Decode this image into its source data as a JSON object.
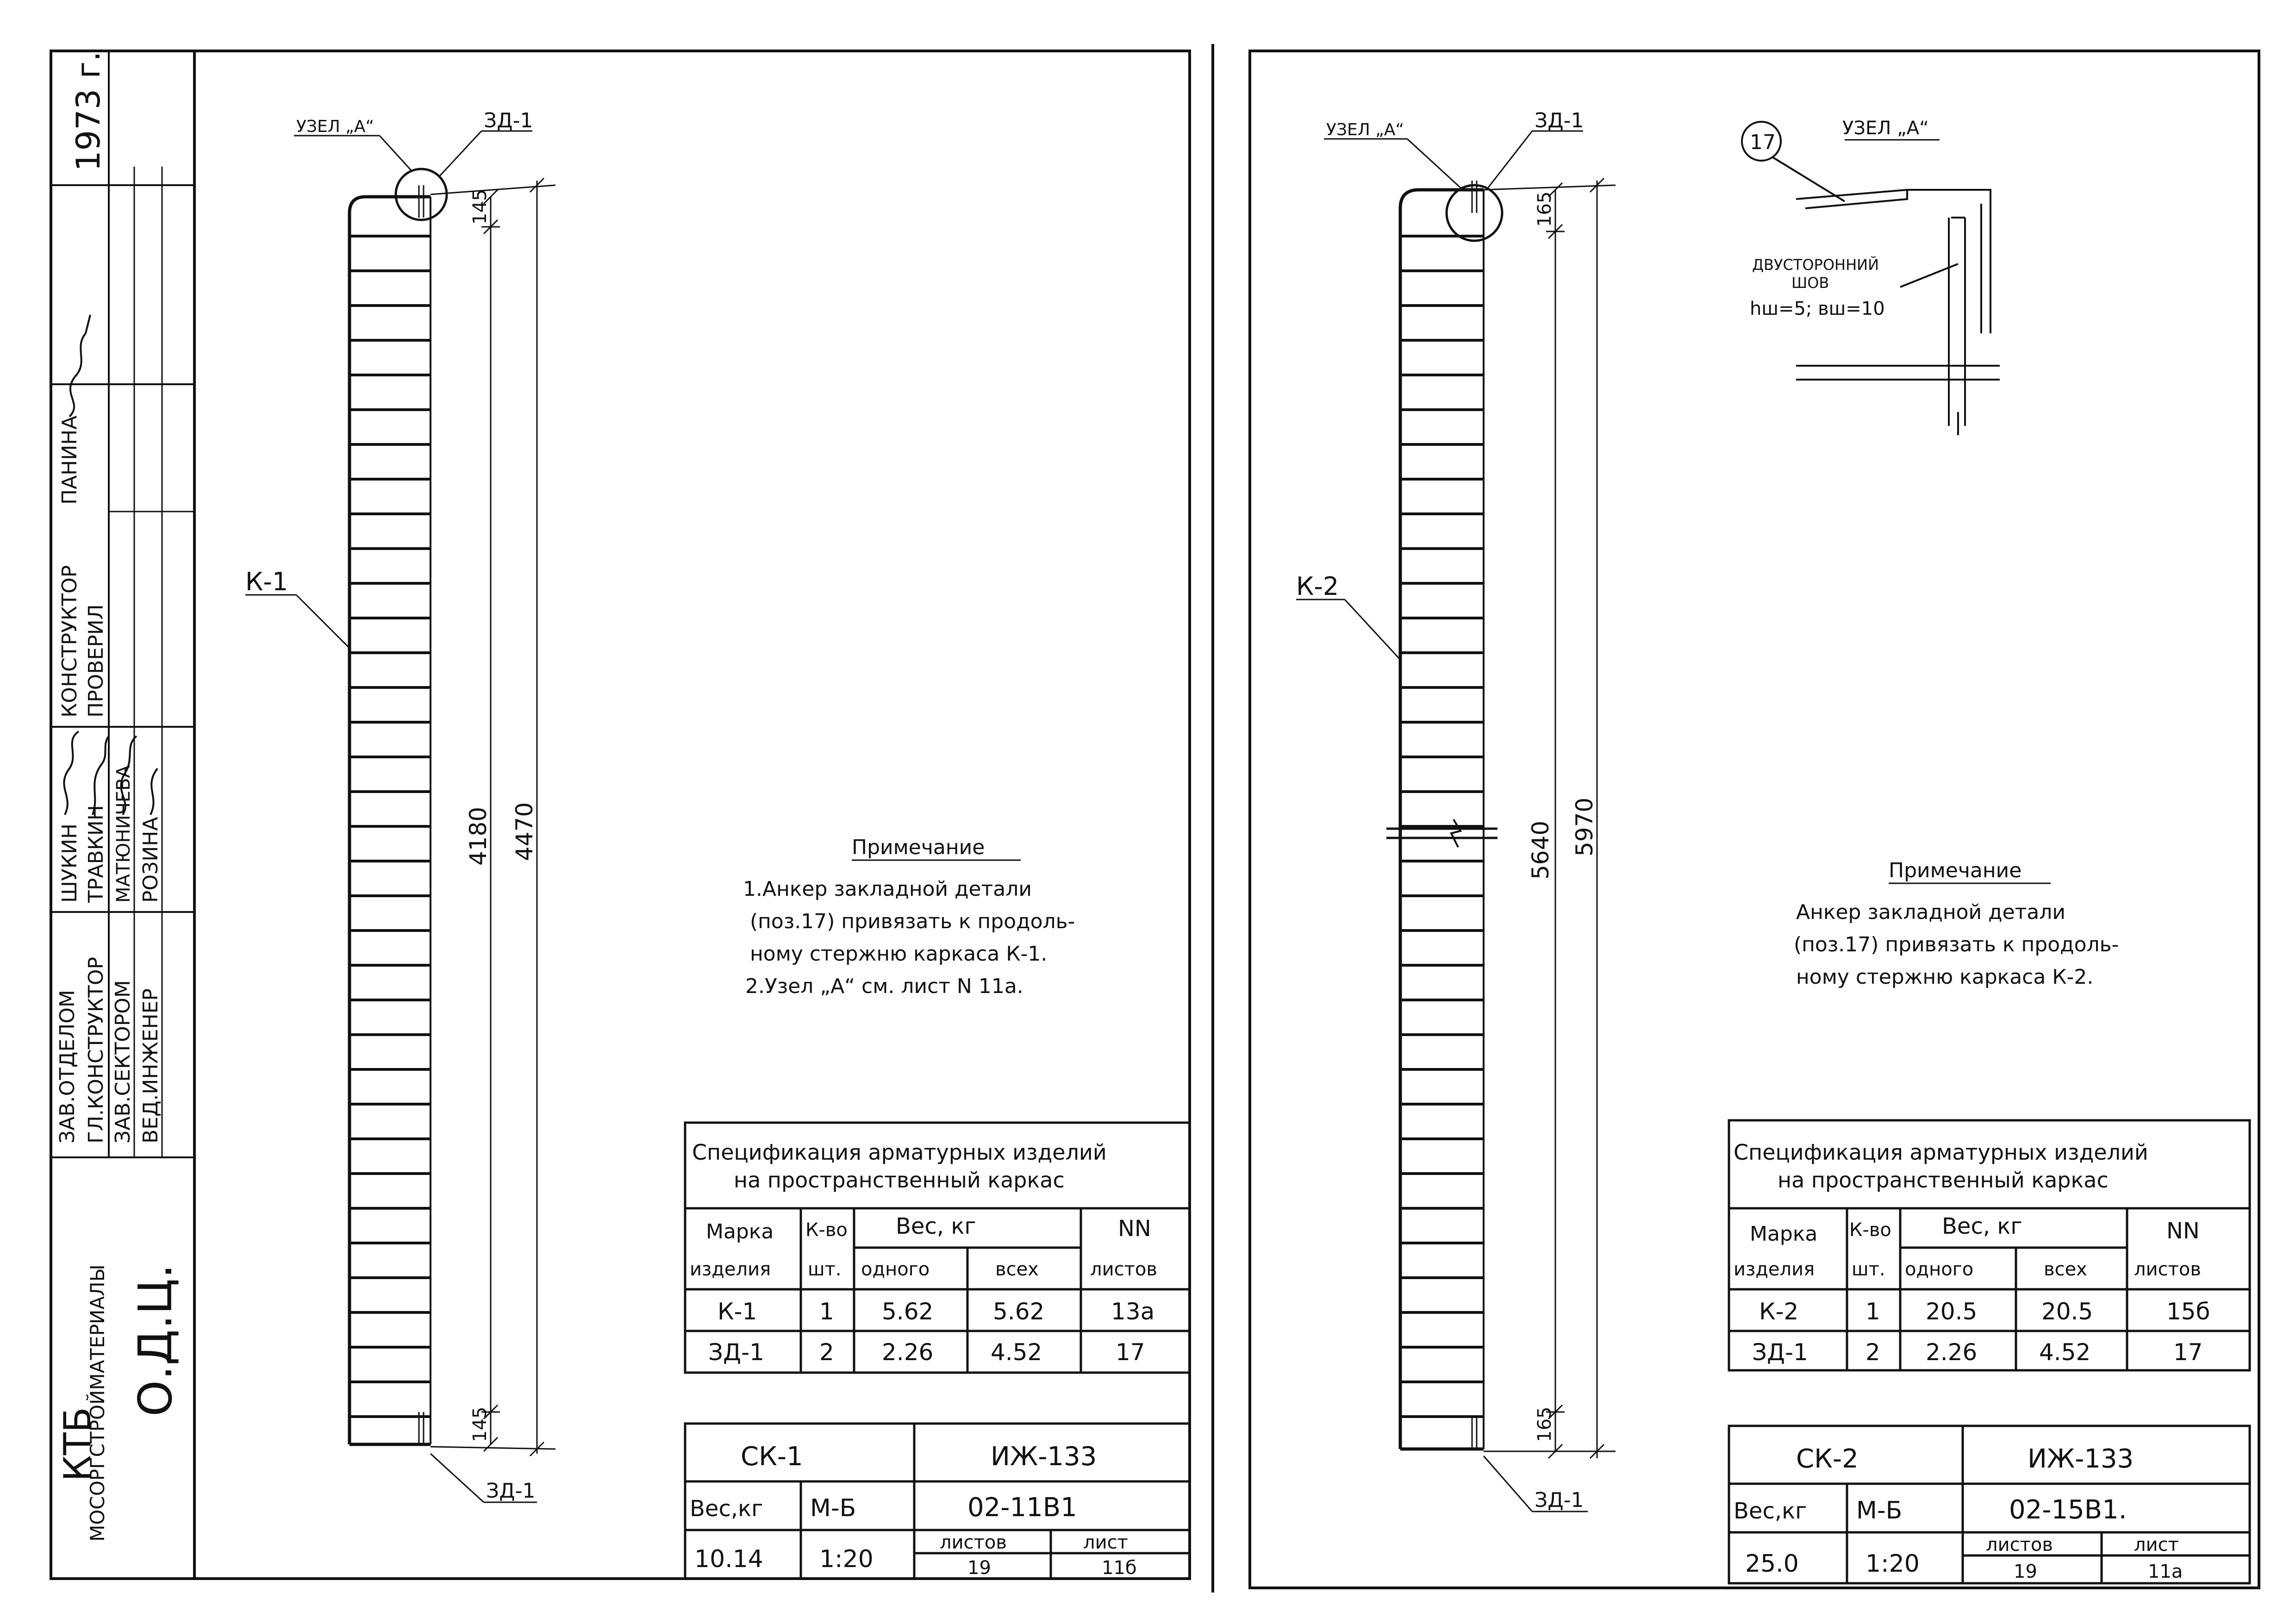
{
  "title_block": {
    "org_line1": "КТБ",
    "org_line2": "МОСОРГСТРОЙМАТЕРИАЛЫ",
    "code": "О.Д.Ц.",
    "year": "1973 г.",
    "roles": [
      "ЗАВ.ОТДЕЛОМ",
      "ГЛ.КОНСТРУКТОР",
      "ЗАВ.СЕКТОРОМ",
      "ВЕД.ИНЖЕНЕР",
      "КОНСТРУКТОР",
      "ПРОВЕРИЛ"
    ],
    "names": [
      "ШУКИН",
      "ТРАВКИН",
      "МАТЮНИЧЕВА",
      "РОЗИНА",
      "ПАНИНА"
    ]
  },
  "left": {
    "labels": {
      "node": "УЗЕЛ „А“",
      "embed_top": "ЗД-1",
      "embed_bottom": "ЗД-1",
      "frame": "К-1"
    },
    "dims": {
      "top": "145",
      "bottom": "145",
      "inner": "4180",
      "outer": "4470"
    },
    "note": {
      "title": "Примечание",
      "lines": [
        "1.Анкер закладной детали",
        "(поз.17) привязать к продоль-",
        "ному стержню каркаса К-1.",
        "2.Узел „А“ см. лист N 11а."
      ]
    },
    "spec": {
      "title1": "Спецификация арматурных изделий",
      "title2": "на пространственный каркас",
      "headers": {
        "mark1": "Марка",
        "mark2": "изделия",
        "qty1": "К-во",
        "qty2": "шт.",
        "weight": "Вес, кг",
        "one": "одного",
        "all": "всех",
        "sheets1": "NN",
        "sheets2": "листов"
      },
      "rows": [
        {
          "mark": "К-1",
          "qty": "1",
          "one": "5.62",
          "all": "5.62",
          "sheet": "13а"
        },
        {
          "mark": "ЗД-1",
          "qty": "2",
          "one": "2.26",
          "all": "4.52",
          "sheet": "17"
        }
      ]
    },
    "stamp": {
      "mark": "СК-1",
      "series": "ИЖ-133",
      "weight_label": "Вес,кг",
      "concrete": "М-Б",
      "drawing": "02-11В1",
      "weight": "10.14",
      "scale": "1:20",
      "sheets_label": "листов",
      "sheet_label": "лист",
      "sheets": "19",
      "sheet": "11б"
    }
  },
  "right": {
    "labels": {
      "node": "УЗЕЛ „А“",
      "embed_top": "ЗД-1",
      "embed_bottom": "ЗД-1",
      "frame": "К-2"
    },
    "dims": {
      "top": "165",
      "bottom": "165",
      "inner": "5640",
      "outer": "5970"
    },
    "detail": {
      "pos": "17",
      "title": "УЗЕЛ „А“",
      "weld1": "ДВУСТОРОННИЙ",
      "weld2": "ШОВ",
      "weld3": "hш=5; вш=10"
    },
    "note": {
      "title": "Примечание",
      "lines": [
        "Анкер закладной детали",
        "(поз.17) привязать к продоль-",
        "ному стержню каркаса К-2."
      ]
    },
    "spec": {
      "title1": "Спецификация арматурных изделий",
      "title2": "на пространственный каркас",
      "headers": {
        "mark1": "Марка",
        "mark2": "изделия",
        "qty1": "К-во",
        "qty2": "шт.",
        "weight": "Вес, кг",
        "one": "одного",
        "all": "всех",
        "sheets1": "NN",
        "sheets2": "листов"
      },
      "rows": [
        {
          "mark": "К-2",
          "qty": "1",
          "one": "20.5",
          "all": "20.5",
          "sheet": "15б"
        },
        {
          "mark": "ЗД-1",
          "qty": "2",
          "one": "2.26",
          "all": "4.52",
          "sheet": "17"
        }
      ]
    },
    "stamp": {
      "mark": "СК-2",
      "series": "ИЖ-133",
      "weight_label": "Вес,кг",
      "concrete": "М-Б",
      "drawing": "02-15В1.",
      "weight": "25.0",
      "scale": "1:20",
      "sheets_label": "листов",
      "sheet_label": "лист",
      "sheets": "19",
      "sheet": "11а"
    }
  }
}
